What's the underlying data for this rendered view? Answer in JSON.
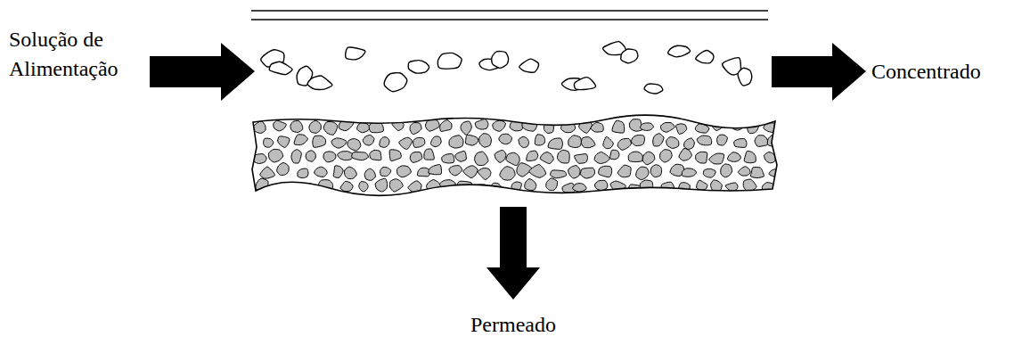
{
  "diagram": {
    "labels": [
      "Solução de Alimentação",
      "Concentrado",
      "Permeado"
    ]
  }
}
